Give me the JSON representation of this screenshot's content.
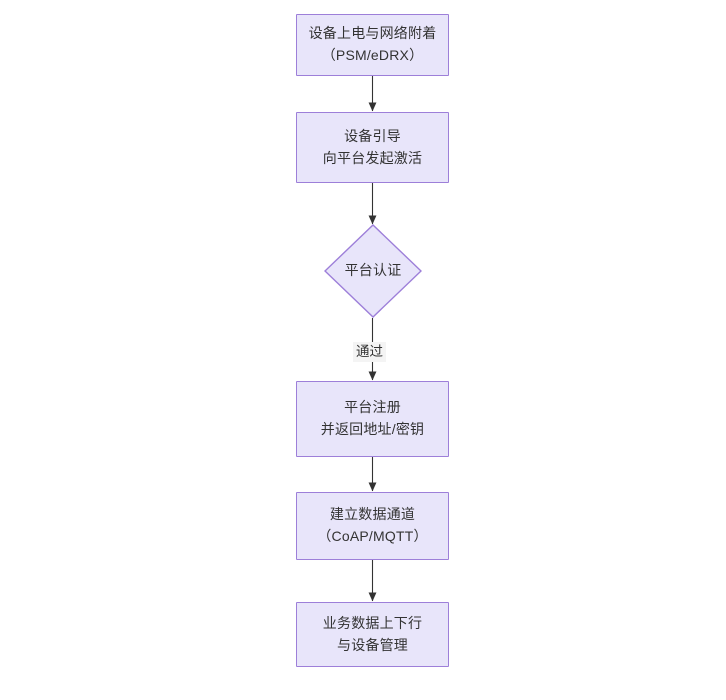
{
  "diagram": {
    "type": "flowchart",
    "orientation": "top-to-bottom",
    "background_color": "#ffffff",
    "node_fill_color": "#e8e5fa",
    "node_border_color": "#9d7fd9",
    "text_color": "#333333",
    "edge_color": "#333333",
    "nodes": [
      {
        "id": "power-on",
        "shape": "rectangle",
        "lines": [
          "设备上电与网络附着",
          "（PSM/eDRX）"
        ]
      },
      {
        "id": "bootstrap",
        "shape": "rectangle",
        "lines": [
          "设备引导",
          "向平台发起激活"
        ]
      },
      {
        "id": "platform-auth",
        "shape": "diamond",
        "lines": [
          "平台认证"
        ]
      },
      {
        "id": "platform-register",
        "shape": "rectangle",
        "lines": [
          "平台注册",
          "并返回地址/密钥"
        ]
      },
      {
        "id": "data-channel",
        "shape": "rectangle",
        "lines": [
          "建立数据通道",
          "（CoAP/MQTT）"
        ]
      },
      {
        "id": "business-data",
        "shape": "rectangle",
        "lines": [
          "业务数据上下行",
          "与设备管理"
        ]
      }
    ],
    "edges": [
      {
        "id": "edge-1",
        "from": "power-on",
        "to": "bootstrap",
        "label": ""
      },
      {
        "id": "edge-2",
        "from": "bootstrap",
        "to": "platform-auth",
        "label": ""
      },
      {
        "id": "edge-3",
        "from": "platform-auth",
        "to": "platform-register",
        "label": "通过"
      },
      {
        "id": "edge-4",
        "from": "platform-register",
        "to": "data-channel",
        "label": ""
      },
      {
        "id": "edge-5",
        "from": "data-channel",
        "to": "business-data",
        "label": ""
      }
    ]
  }
}
